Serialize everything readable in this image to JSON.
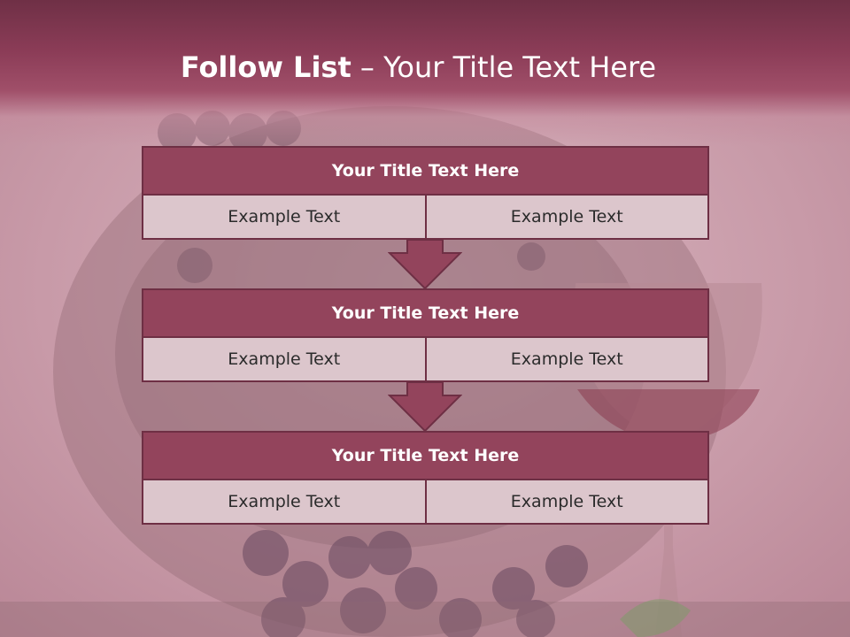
{
  "title": {
    "bold": "Follow List",
    "separator": "–",
    "rest": "Your Title Text Here"
  },
  "steps": [
    {
      "header": "Your Title Text Here",
      "left": "Example Text",
      "right": "Example Text"
    },
    {
      "header": "Your Title Text Here",
      "left": "Example Text",
      "right": "Example Text"
    },
    {
      "header": "Your Title Text Here",
      "left": "Example Text",
      "right": "Example Text"
    }
  ],
  "colors": {
    "accent": "#93445c",
    "border": "#6e2f44",
    "cell_bg": "#dcc6cc",
    "title_band": "#8b3c57"
  }
}
